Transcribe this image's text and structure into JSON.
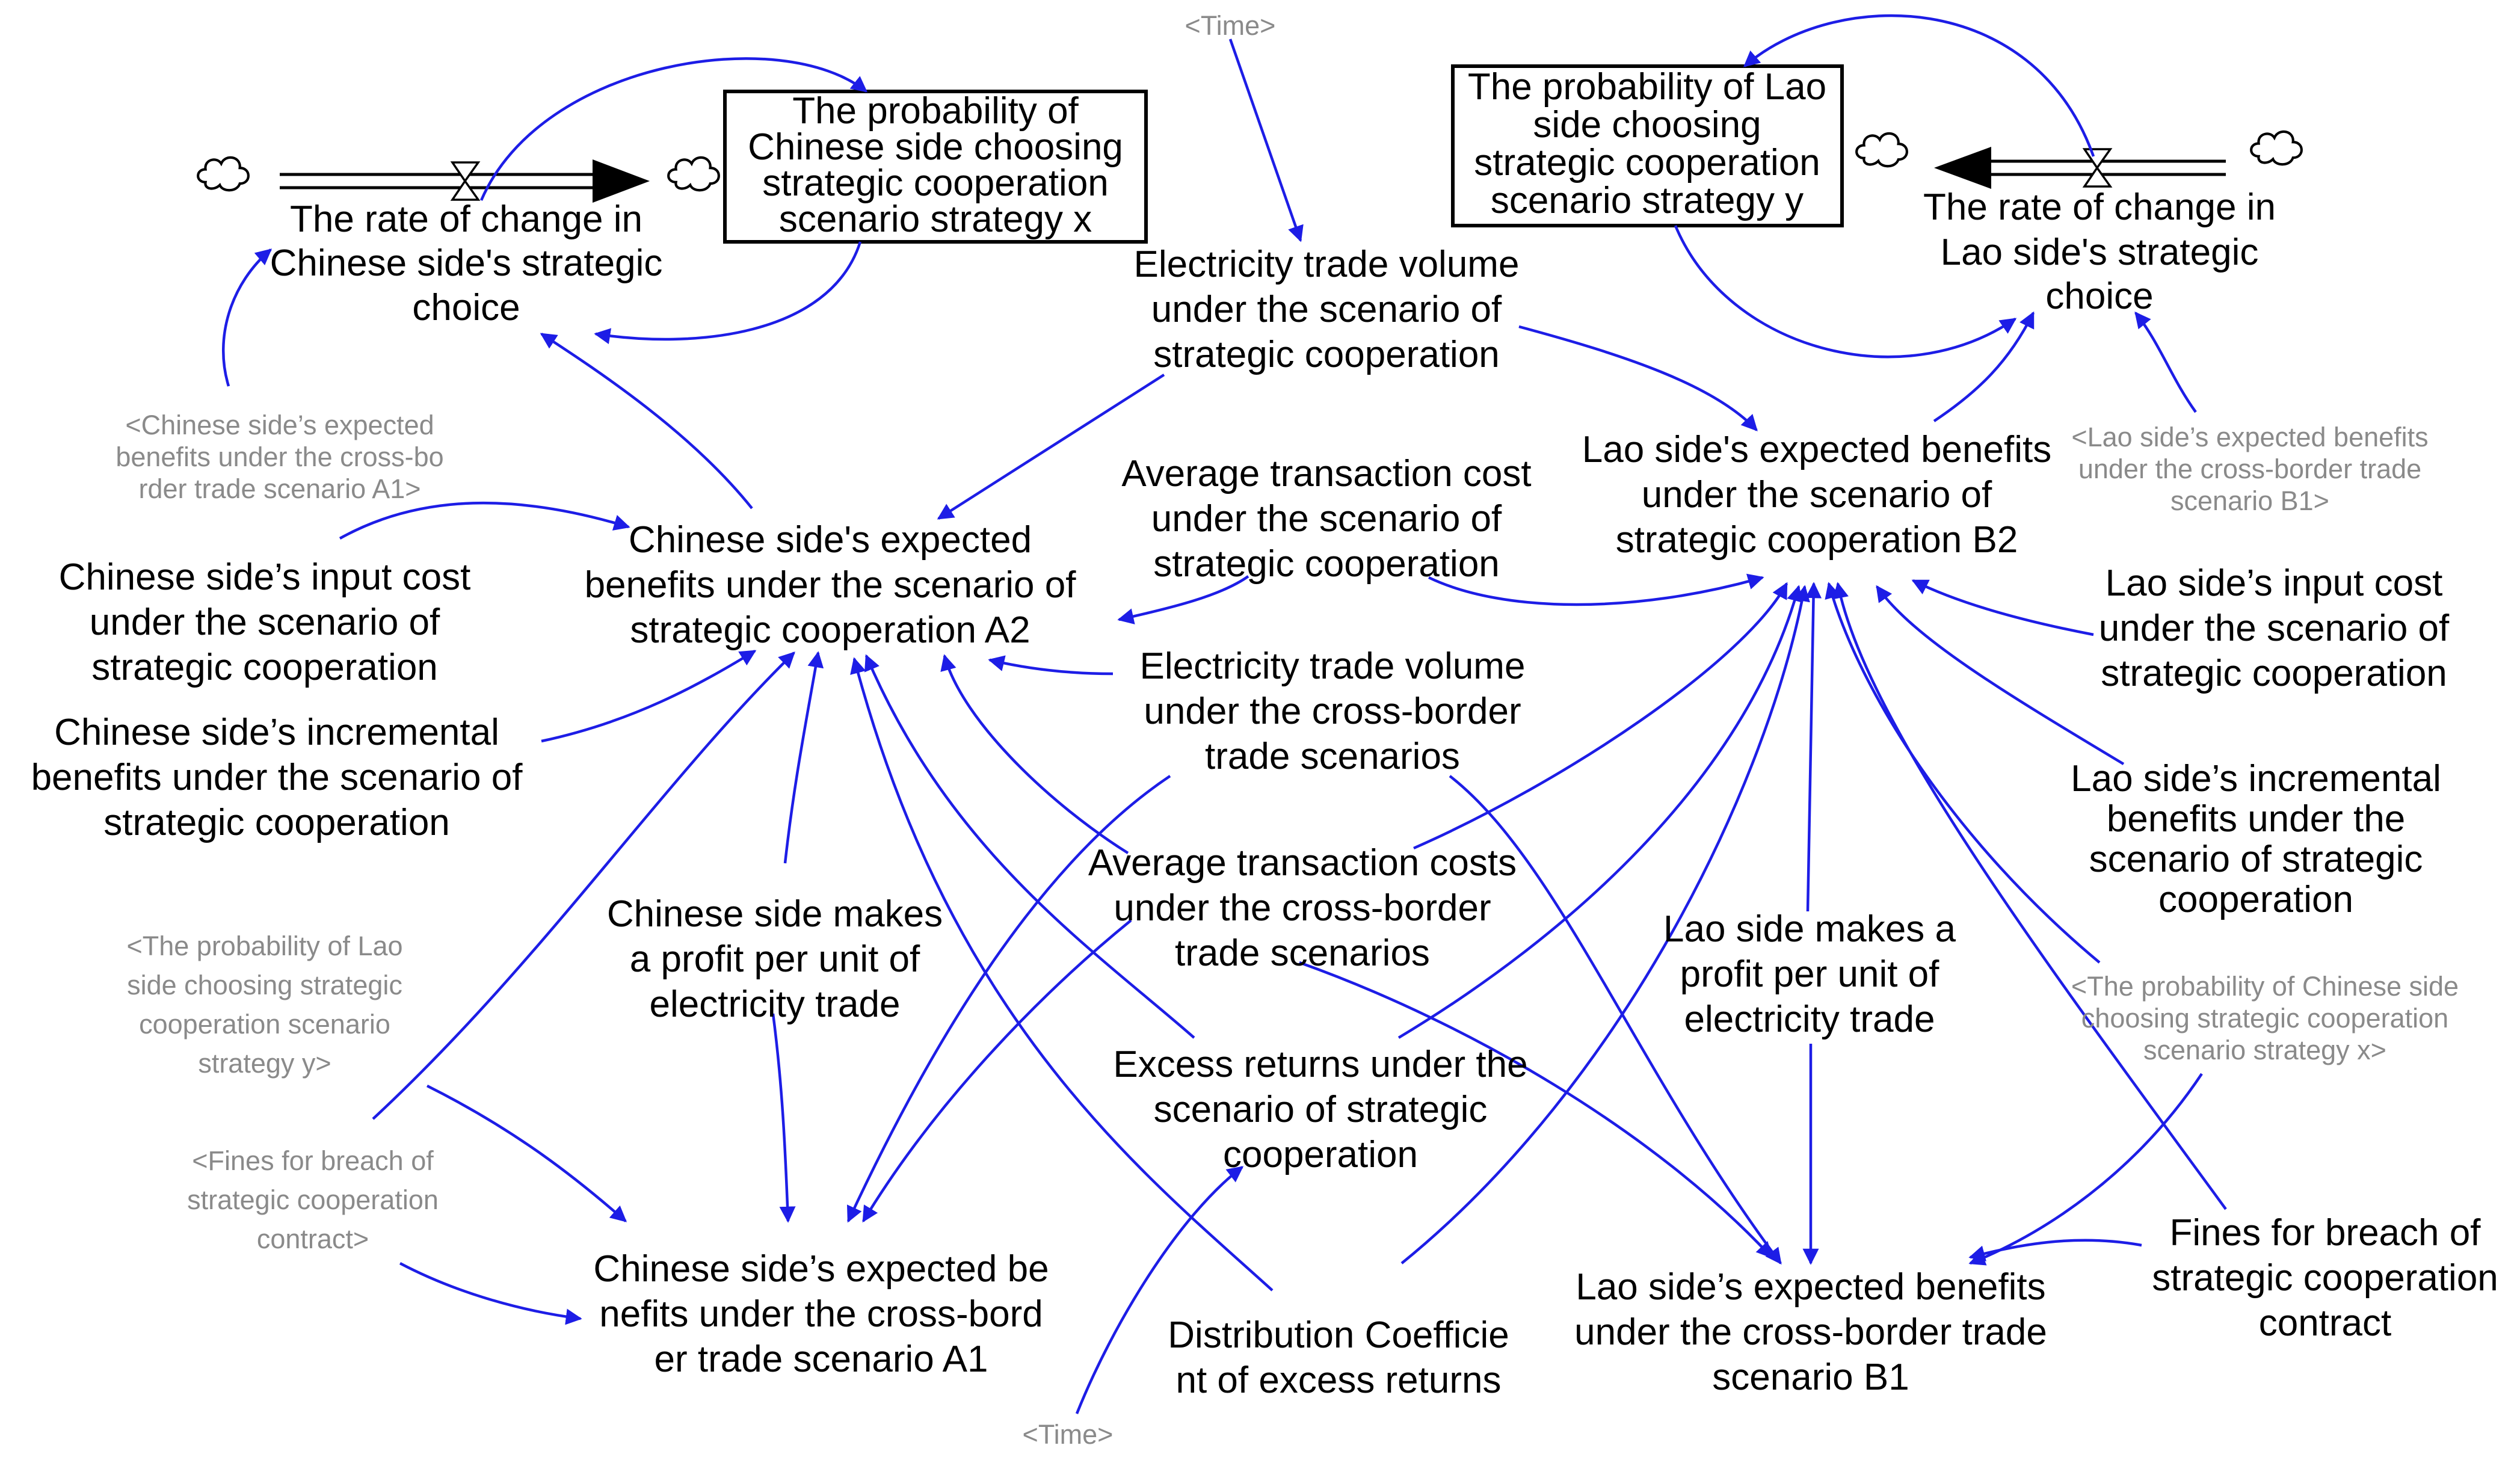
{
  "stocks": {
    "stock_x": [
      "The probability of",
      "Chinese side choosing",
      "strategic cooperation",
      "scenario strategy x"
    ],
    "stock_y": [
      "The probability of Lao",
      "side choosing",
      "strategic cooperation",
      "scenario strategy y"
    ]
  },
  "variables": {
    "rate_cn": [
      "The rate of change in",
      "Chinese side's strategic",
      "choice"
    ],
    "rate_lao": [
      "The rate of change in",
      "Lao side's strategic",
      "choice"
    ],
    "elec_coop": [
      "Electricity trade volume",
      "under the scenario of",
      "strategic cooperation"
    ],
    "cn_a2": [
      "Chinese side's expected",
      "benefits under the scenario of",
      "strategic cooperation A2"
    ],
    "lao_b2": [
      "Lao side's expected benefits",
      "under the scenario of",
      "strategic cooperation B2"
    ],
    "avg_cost_coop": [
      "Average transaction cost",
      "under the scenario of",
      "strategic cooperation"
    ],
    "cn_input": [
      "Chinese side’s input cost",
      "under the scenario of",
      "strategic cooperation"
    ],
    "cn_incr": [
      "Chinese side’s incremental",
      "benefits under the scenario of",
      "strategic cooperation"
    ],
    "elec_cb": [
      "Electricity trade volume",
      "under the cross-border",
      "trade scenarios"
    ],
    "avg_cost_cb": [
      "Average transaction costs",
      "under the cross-border",
      "trade scenarios"
    ],
    "cn_profit": [
      "Chinese side makes",
      "a profit per unit of",
      "electricity trade"
    ],
    "excess": [
      "Excess returns under the",
      "scenario of strategic",
      "cooperation"
    ],
    "cn_a1": [
      "Chinese side’s expected be",
      "nefits under the cross-bord",
      "er trade scenario A1"
    ],
    "dist": [
      "Distribution Coefficie",
      "nt of excess returns"
    ],
    "lao_input": [
      "Lao side’s input cost",
      "under the scenario of",
      "strategic cooperation"
    ],
    "lao_incr": [
      "Lao side’s incremental",
      "benefits under the",
      "scenario of strategic",
      "cooperation"
    ],
    "lao_profit": [
      "Lao side makes a",
      "profit per unit of",
      "electricity trade"
    ],
    "lao_b1": [
      "Lao side’s expected benefits",
      "under the cross-border trade",
      "scenario B1"
    ],
    "fines": [
      "Fines for breach of",
      "strategic cooperation",
      "contract"
    ]
  },
  "shadows": {
    "time_top": [
      "<Time>"
    ],
    "time_bottom": [
      "<Time>"
    ],
    "sh_cn_a1": [
      "<Chinese side’s expected",
      "benefits under the cross-bo",
      "rder trade scenario A1>"
    ],
    "sh_lao_b1": [
      "<Lao side’s expected benefits",
      "under the cross-border trade",
      "scenario B1>"
    ],
    "sh_prob_y": [
      "<The probability of Lao",
      "side choosing strategic",
      "cooperation scenario",
      "strategy y>"
    ],
    "sh_fines": [
      "<Fines for breach of",
      "strategic cooperation",
      "contract>"
    ],
    "sh_prob_x": [
      "<The probability of Chinese side",
      "choosing strategic cooperation",
      "scenario strategy x>"
    ]
  },
  "icons": {
    "cloud": "cloud-icon",
    "valve": "valve-icon",
    "arrowhead": "arrowhead-icon"
  },
  "colors": {
    "link": "#1d1de6",
    "shadow_text": "#8a8a8a",
    "text": "#000000"
  }
}
